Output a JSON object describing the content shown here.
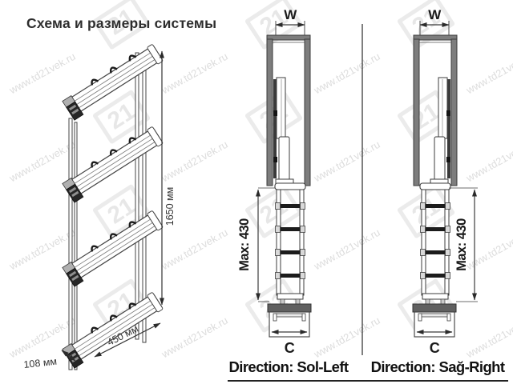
{
  "title": "Схема и размеры системы",
  "watermark": {
    "text": "www.td21vek.ru",
    "logo": "21"
  },
  "iso_view": {
    "dim_height": "1650 мм",
    "dim_length": "450 мм",
    "dim_depth": "108 мм"
  },
  "left_view": {
    "dim_width": "W",
    "dim_extension": "Max: 430",
    "dim_base": "C",
    "direction_label": "Direction: Sol-Left"
  },
  "right_view": {
    "dim_width": "W",
    "dim_extension": "Max: 430",
    "dim_base": "C",
    "direction_label": "Direction: Sağ-Right"
  },
  "colors": {
    "wall_gray": "#7d7d7d",
    "base_gray": "#606060",
    "line": "#3c3c3c",
    "crossbar": "#1c1c1c",
    "watermark": "rgba(40,40,40,0.16)"
  }
}
